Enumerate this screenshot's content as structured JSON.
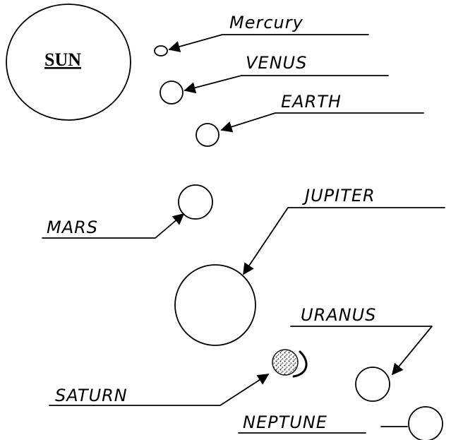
{
  "sun": {
    "label": "SUN"
  },
  "planets": [
    {
      "key": "mercury",
      "label": "Mercury"
    },
    {
      "key": "venus",
      "label": "VENUS"
    },
    {
      "key": "earth",
      "label": "EARTH"
    },
    {
      "key": "mars",
      "label": "MARS"
    },
    {
      "key": "jupiter",
      "label": "JUPITER"
    },
    {
      "key": "saturn",
      "label": "SATURN"
    },
    {
      "key": "uranus",
      "label": "URANUS"
    },
    {
      "key": "neptune",
      "label": "NEPTUNE"
    }
  ]
}
